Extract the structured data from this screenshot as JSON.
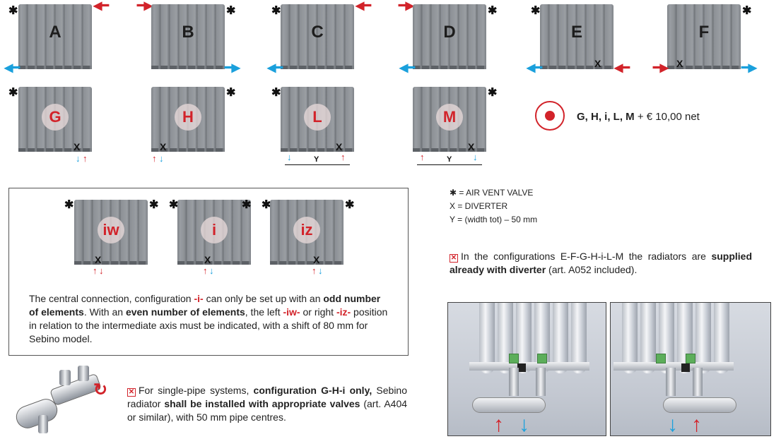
{
  "row1": [
    {
      "letter": "A"
    },
    {
      "letter": "B"
    },
    {
      "letter": "C"
    },
    {
      "letter": "D"
    },
    {
      "letter": "E"
    },
    {
      "letter": "F"
    }
  ],
  "row2": [
    {
      "letter": "G"
    },
    {
      "letter": "H"
    },
    {
      "letter": "L"
    },
    {
      "letter": "M"
    }
  ],
  "symbols": {
    "star": "✱",
    "x": "X",
    "y": "Y"
  },
  "price": {
    "configs": "G, H, i, L, M",
    "plus": "+ € 10,00 net"
  },
  "central": {
    "configs": [
      {
        "letter": "iw"
      },
      {
        "letter": "i"
      },
      {
        "letter": "iz"
      }
    ],
    "text_1": "The central connection, configuration ",
    "text_i": "-i-",
    "text_2": " can only be set up with an ",
    "text_odd": "odd number of elements",
    "text_3": ". With an ",
    "text_even": "even number of elements",
    "text_4": ", the left ",
    "text_iw": "-iw-",
    "text_5": " or right ",
    "text_iz": "-iz-",
    "text_6": " position in relation to the intermediate axis must be indicated, with a shift of 80 mm for Sebino model."
  },
  "legend": {
    "air_vent": "✱ = AIR VENT VALVE",
    "diverter": "X = DIVERTER",
    "width": "Y = (width tot) – 50 mm"
  },
  "diverter_note": {
    "text_1": "In the configurations E-F-G-H-i-L-M the radiators are ",
    "text_bold": "supplied already with diverter",
    "text_2": " (art. A052 included)."
  },
  "valve_note": {
    "text_1": "For single-pipe systems, ",
    "text_bold1": "configuration G-H-i only,",
    "text_2": " Sebino radiator ",
    "text_bold2": "shall be installed with appropriate valves",
    "text_3": " (art. A404 or similar), with 50 mm pipe centres."
  },
  "colors": {
    "red": "#d2232a",
    "blue": "#1aa0dc"
  }
}
